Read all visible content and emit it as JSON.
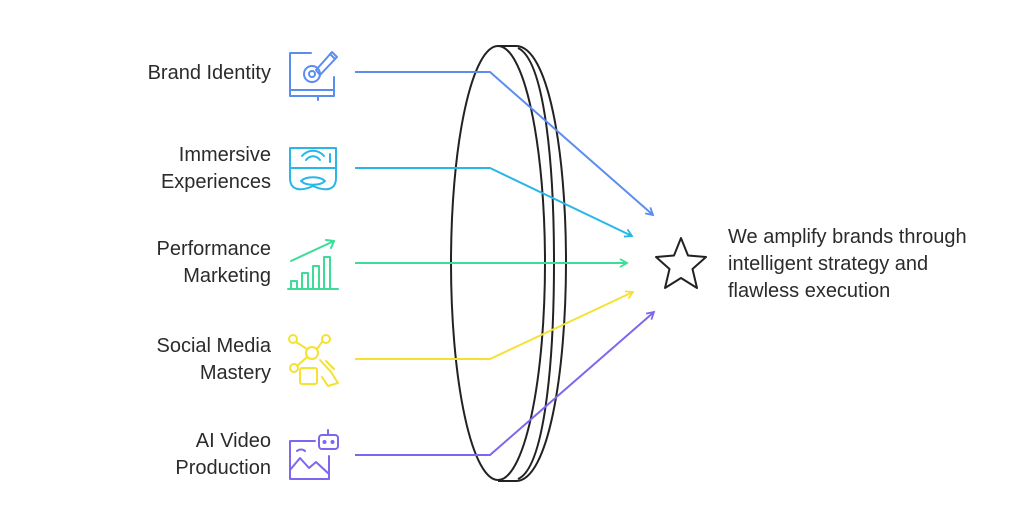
{
  "items": [
    {
      "lines": [
        "Brand Identity"
      ],
      "icon": "pen-tablet-icon",
      "color": "#5B8DEF"
    },
    {
      "lines": [
        "Immersive",
        "Experiences"
      ],
      "icon": "vr-headset-icon",
      "color": "#29B6E8"
    },
    {
      "lines": [
        "Performance",
        "Marketing"
      ],
      "icon": "growth-chart-icon",
      "color": "#3DDC97"
    },
    {
      "lines": [
        "Social Media",
        "Mastery"
      ],
      "icon": "social-network-icon",
      "color": "#F5E133"
    },
    {
      "lines": [
        "AI Video",
        "Production"
      ],
      "icon": "ai-robot-image-icon",
      "color": "#7B68EE"
    }
  ],
  "lens": {
    "color": "#222222",
    "icon": "lens-icon"
  },
  "result": {
    "icon": "star-icon",
    "lines": [
      "We amplify brands through",
      "intelligent strategy  and",
      "flawless execution"
    ]
  }
}
